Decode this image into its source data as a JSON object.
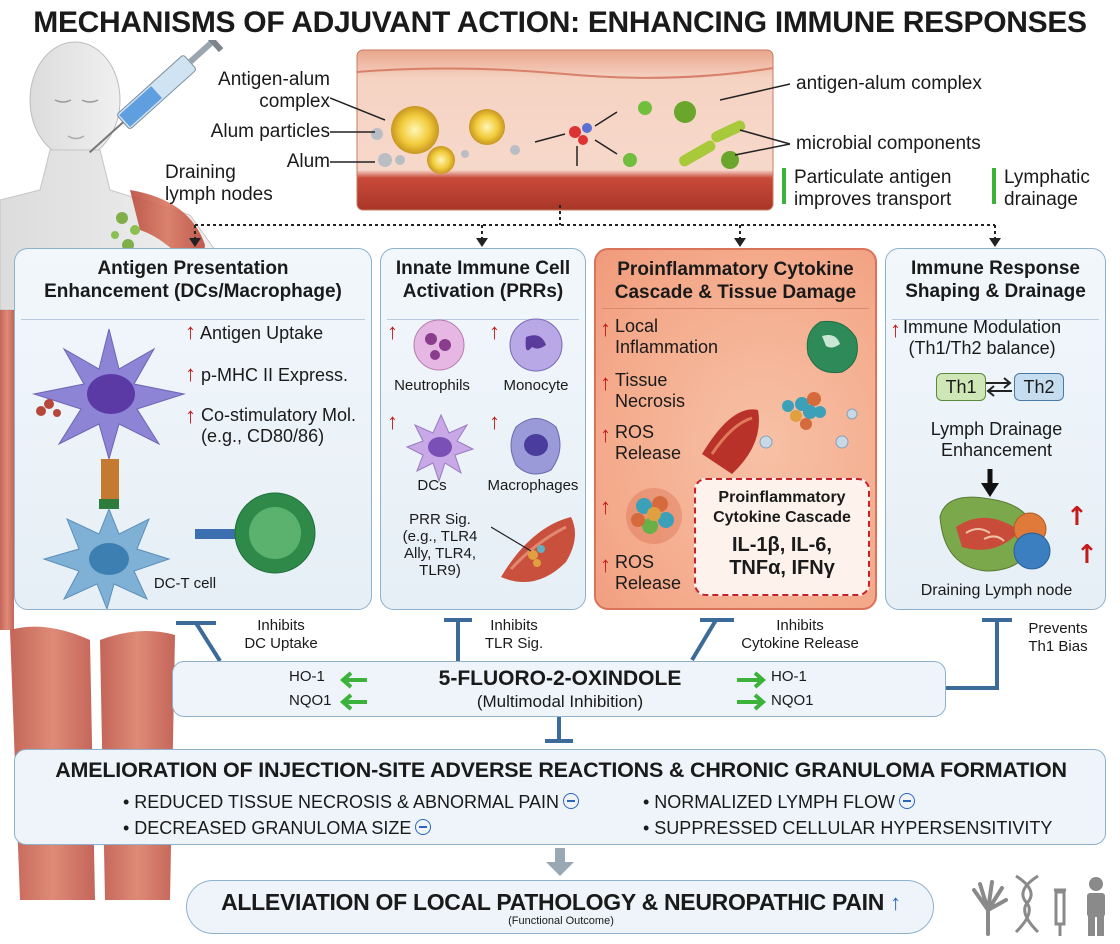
{
  "title": "MECHANISMS OF ADJUVANT ACTION: ENHANCING IMMUNE RESPONSES",
  "left_labels": {
    "antigen_alum_complex": "Antigen-alum\ncomplex",
    "alum_particles": "Alum particles",
    "alum": "Alum",
    "draining_lymph_nodes": "Draining\nlymph nodes"
  },
  "right_labels": {
    "antigen_alum_complex": "antigen-alum complex",
    "microbial_components": "microbial components",
    "particulate_antigen": "Particulate antigen\nimproves transport",
    "lymphatic_drainage": "Lymphatic\ndrainage"
  },
  "panels": {
    "antigen": {
      "title": "Antigen Presentation\nEnhancement (DCs/Macrophage)",
      "items": [
        "Antigen Uptake",
        "p-MHC II Express.",
        "Co-stimulatory Mol.\n(e.g., CD80/86)"
      ],
      "caption": "DC-T cell"
    },
    "innate": {
      "title": "Innate Immune Cell\nActivation (PRRs)",
      "cells": [
        "Neutrophils",
        "Monocyte",
        "DCs",
        "Macrophages"
      ],
      "prr": "PRR Sig.\n(e.g., TLR4\nAlly, TLR4,\nTLR9)"
    },
    "cytokine": {
      "title": "Proinflammatory Cytokine\nCascade & Tissue Damage",
      "items": [
        "Local\nInflammation",
        "Tissue\nNecrosis",
        "ROS\nRelease",
        "ROS\nRelease"
      ],
      "box_title": "Proinflammatory\nCytokine Cascade",
      "box_list": "IL-1β, IL-6,\nTNFα, IFNγ"
    },
    "shaping": {
      "title": "Immune Response\nShaping & Drainage",
      "modulation": "Immune Modulation\n(Th1/Th2 balance)",
      "th1": "Th1",
      "th2": "Th2",
      "drainage": "Lymph Drainage\nEnhancement",
      "caption": "Draining Lymph node"
    }
  },
  "inhibit_labels": {
    "dc": "Inhibits\nDC Uptake",
    "tlr": "Inhibits\nTLR Sig.",
    "cytokine": "Inhibits\nCytokine Release",
    "th1": "Prevents\nTh1 Bias"
  },
  "drug": {
    "name": "5-FLUORO-2-OXINDOLE",
    "sub": "(Multimodal Inhibition)",
    "left_markers": [
      "HO-1",
      "NQO1"
    ],
    "right_markers": [
      "HO-1",
      "NQO1"
    ]
  },
  "amelioration": {
    "title": "AMELIORATION OF INJECTION-SITE ADVERSE REACTIONS & CHRONIC GRANULOMA FORMATION",
    "bullets": [
      "• REDUCED TISSUE NECROSIS & ABNORMAL PAIN",
      "• DECREASED GRANULOMA SIZE",
      "• NORMALIZED LYMPH FLOW",
      "• SUPPRESSED CELLULAR HYPERSENSITIVITY"
    ]
  },
  "alleviation": {
    "title": "ALLEVIATION OF LOCAL PATHOLOGY & NEUROPATHIC PAIN",
    "sub": "(Functional Outcome)"
  },
  "colors": {
    "panel_border": "#8fb1cc",
    "panel_fill": "#eef4f9",
    "inhibition_bar": "#3c6a99",
    "up_arrow": "#c21c1c",
    "cytokine_panel": "#f4a98a",
    "activation_arrow": "#3bb33b"
  }
}
